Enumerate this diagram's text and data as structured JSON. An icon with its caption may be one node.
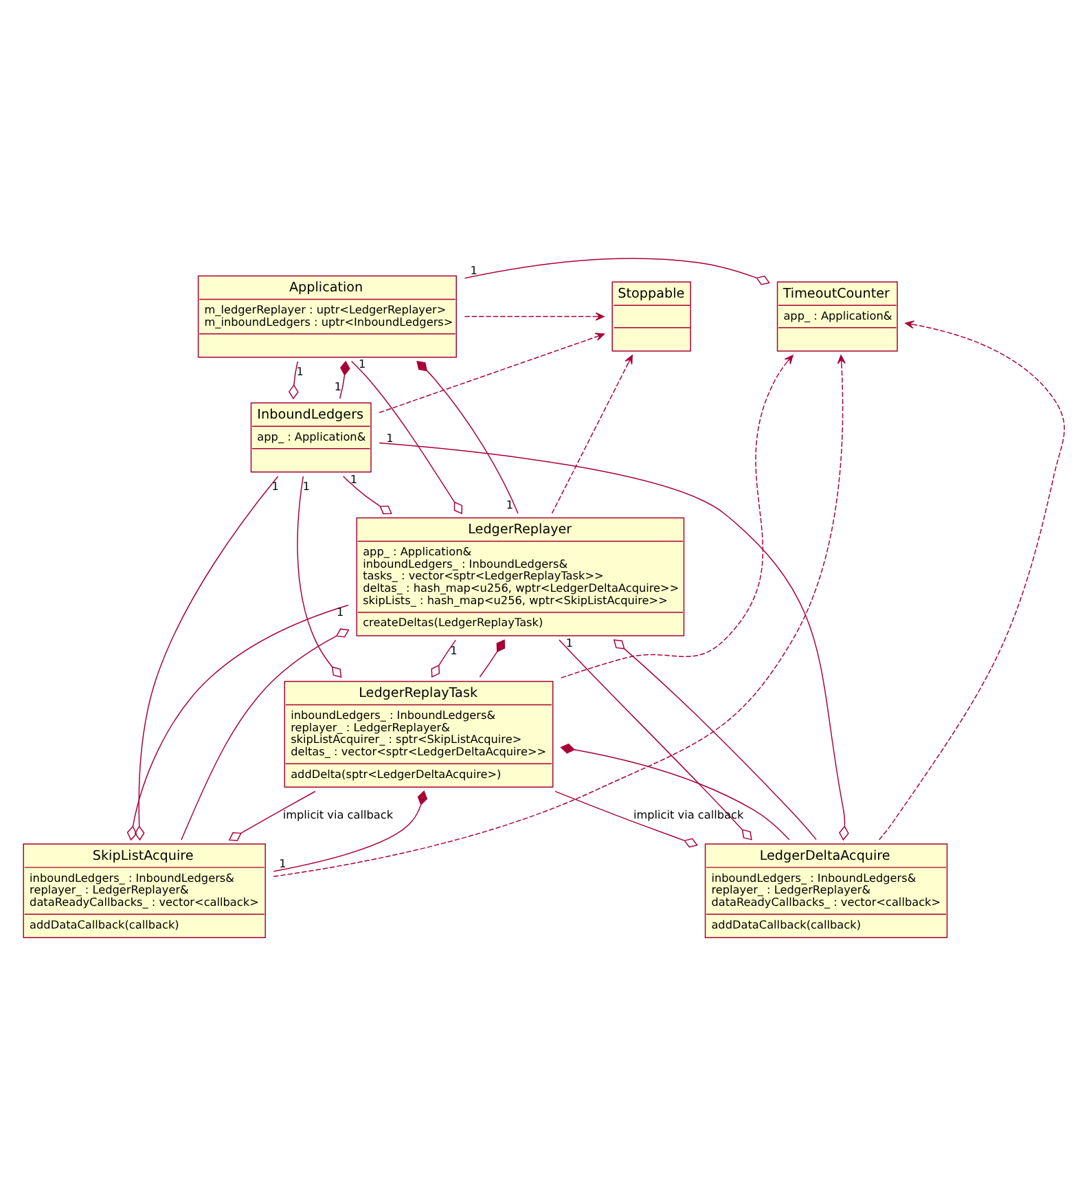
{
  "diagram": {
    "nodes": [
      {
        "text": [
          "TimeoutCounter",
          "app_ : Application&"
        ]
      },
      {
        "text": [
          "Stoppable"
        ]
      },
      {
        "text": [
          "Application",
          "m_ledgerReplayer : uptr<LedgerReplayer>",
          "m_inboundLedgers : uptr<InboundLedgers>"
        ]
      },
      {
        "text": [
          "InboundLedgers",
          "app_ : Application&"
        ]
      },
      {
        "text": [
          "LedgerReplayer",
          "app_ : Application&",
          "inboundLedgers_ : InboundLedgers&",
          "tasks_ : vector<sptr<LedgerReplayTask>>",
          "deltas_ : hash_map<u256, wptr<LedgerDeltaAcquire>>",
          "skipLists_ : hash_map<u256, wptr<SkipListAcquire>>",
          "createDeltas(LedgerReplayTask)"
        ]
      },
      {
        "text": [
          "LedgerReplayTask",
          "inboundLedgers_ : InboundLedgers&",
          "replayer_ : LedgerReplayer&",
          "skipListAcquirer_ : sptr<SkipListAcquire>",
          "deltas_ : vector<sptr<LedgerDeltaAcquire>>",
          "addDelta(sptr<LedgerDeltaAcquire>)"
        ]
      },
      {
        "text": [
          "SkipListAcquire",
          "inboundLedgers_ : InboundLedgers&",
          "replayer_ : LedgerReplayer&",
          "dataReadyCallbacks_ : vector<callback>",
          "addDataCallback(callback)"
        ]
      },
      {
        "text": [
          "LedgerDeltaAcquire",
          "inboundLedgers_ : InboundLedgers&",
          "replayer_ : LedgerReplayer&",
          "dataReadyCallbacks_ : vector<callback>",
          "addDataCallback(callback)"
        ]
      }
    ],
    "edges": [
      {
        "from": 2,
        "to": 0,
        "arrow": "other",
        "label": "1"
      },
      {
        "from": 2,
        "to": 1,
        "arrow": "to",
        "style": "dashed"
      },
      {
        "from": 3,
        "to": 1,
        "arrow": "to",
        "style": "dashed"
      },
      {
        "from": 4,
        "to": 1,
        "arrow": "to",
        "style": "dashed"
      },
      {
        "from": 3,
        "to": 2,
        "arrow": "other",
        "label": "1"
      },
      {
        "from": 2,
        "to": 3,
        "arrow": "other",
        "label": "1"
      },
      {
        "from": 4,
        "to": 2,
        "arrow": "other",
        "label": "1"
      },
      {
        "from": 2,
        "to": 4,
        "arrow": "other",
        "label": "1"
      },
      {
        "from": 3,
        "to": 7,
        "arrow": "other",
        "label": "1"
      },
      {
        "from": 3,
        "to": 6,
        "arrow": "other",
        "label": "1"
      },
      {
        "from": 3,
        "to": 5,
        "arrow": "other",
        "label": "1"
      },
      {
        "from": 3,
        "to": 4,
        "arrow": "other",
        "label": "1"
      },
      {
        "from": 5,
        "to": 4,
        "arrow": "other"
      },
      {
        "from": 4,
        "to": 5,
        "arrow": "other",
        "label": "1"
      },
      {
        "from": 6,
        "to": 4,
        "arrow": "other"
      },
      {
        "from": 4,
        "to": 6,
        "arrow": "other",
        "label": "1"
      },
      {
        "from": 7,
        "to": 4,
        "arrow": "other"
      },
      {
        "from": 4,
        "to": 7,
        "arrow": "other",
        "label": "1"
      },
      {
        "from": 6,
        "to": 5,
        "arrow": "other",
        "label": "1"
      },
      {
        "from": 5,
        "to": 6,
        "arrow": "other",
        "label": "implicit via callback"
      },
      {
        "from": 7,
        "to": 5,
        "arrow": "other"
      },
      {
        "from": 5,
        "to": 7,
        "arrow": "other",
        "label": "implicit via callback"
      },
      {
        "from": 5,
        "to": 0,
        "arrow": "to",
        "style": "dashed"
      },
      {
        "from": 6,
        "to": 0,
        "arrow": "to",
        "style": "dashed"
      },
      {
        "from": 7,
        "to": 0,
        "arrow": "to",
        "style": "dashed"
      }
    ]
  }
}
